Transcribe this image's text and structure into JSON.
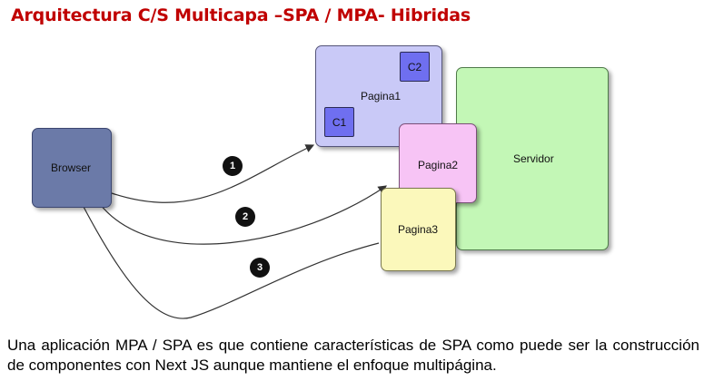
{
  "title": "Arquitectura C/S Multicapa –SPA / MPA- Hibridas",
  "diagram": {
    "browser_label": "Browser",
    "pagina1_label": "Pagina1",
    "pagina2_label": "Pagina2",
    "pagina3_label": "Pagina3",
    "servidor_label": "Servidor",
    "c1_label": "C1",
    "c2_label": "C2",
    "steps": [
      "1",
      "2",
      "3"
    ]
  },
  "description": "Una aplicación MPA / SPA es que contiene características de SPA como puede ser la construcción de componentes con Next JS aunque mantiene el enfoque multipágina.",
  "colors": {
    "title": "#c00000",
    "browser": "#6b7aa8",
    "pagina1": "#c9c9f7",
    "pagina2": "#f7c4f5",
    "pagina3": "#fbf8bb",
    "servidor": "#c3f7b6",
    "component": "#6f6ff0"
  }
}
